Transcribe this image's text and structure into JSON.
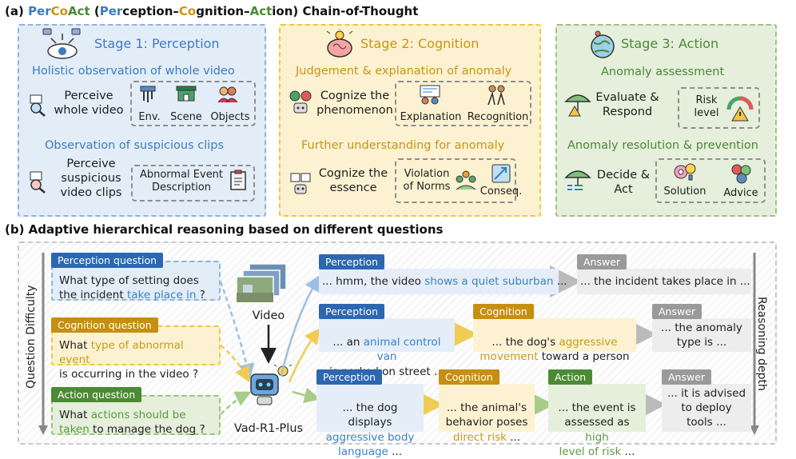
{
  "section_a": {
    "prefix": "(a) ",
    "name": "PerCoAct",
    "paren_open": " (",
    "w1": "Perception",
    "w2": "Cognition",
    "w3": "Action",
    "dash": "–",
    "suffix": ") Chain-of-Thought"
  },
  "stage1": {
    "title": "Stage 1: Perception",
    "sub1": "Holistic observation of whole video",
    "task1": "Perceive\nwhole video",
    "items1": [
      "Env.",
      "Scene",
      "Objects"
    ],
    "sub2": "Observation of suspicious clips",
    "task2": "Perceive\nsuspicious\nvideo clips",
    "item2": "Abnormal Event\nDescription"
  },
  "stage2": {
    "title": "Stage 2: Cognition",
    "sub1": "Judgement & explanation of anomaly",
    "task1": "Cognize the\nphenomenon",
    "items1": [
      "Explanation",
      "Recognition"
    ],
    "sub2": "Further understanding for anomaly",
    "task2": "Cognize the\nessence",
    "items2": [
      "Violation\nof Norms",
      "Conseq."
    ]
  },
  "stage3": {
    "title": "Stage 3: Action",
    "sub1": "Anomaly assessment",
    "task1": "Evaluate &\nRespond",
    "item1": "Risk\nlevel",
    "sub2": "Anomaly resolution & prevention",
    "task2": "Decide &\nAct",
    "items2": [
      "Solution",
      "Advice"
    ]
  },
  "section_b": {
    "title": "(b) Adaptive hierarchical reasoning based on different questions",
    "left_axis": "Question Difficulty",
    "right_axis": "Reasoning depth",
    "video_label": "Video",
    "model_label": "Vad-R1-Plus"
  },
  "questions": {
    "perception": {
      "tag": "Perception question",
      "t1": "What type of setting does\nthe incident ",
      "hl": "take place in",
      "t2": " ?"
    },
    "cognition": {
      "tag": "Cognition question",
      "t1": "What ",
      "hl": "type of abnormal event",
      "t2": "\nis occurring in the video ?"
    },
    "action": {
      "tag": "Action question",
      "t1": "What ",
      "hl1": "actions should be\ntaken",
      "t2": " to manage the dog ?"
    }
  },
  "row1": {
    "perception": {
      "tag": "Perception",
      "t1": "... hmm, the video ",
      "hl": "shows a quiet suburban",
      "t2": " ..."
    },
    "answer": {
      "tag": "Answer",
      "text": "... the incident takes place in ..."
    }
  },
  "row2": {
    "perception": {
      "tag": "Perception",
      "t1": "... an ",
      "hl": "animal control van",
      "t2": "\nis parked on street ..."
    },
    "cognition": {
      "tag": "Cognition",
      "t1": "... the dog's ",
      "hl": "aggressive\nmovement",
      "t2": " toward a person ..."
    },
    "answer": {
      "tag": "Answer",
      "text": "... the anomaly\ntype is ..."
    }
  },
  "row3": {
    "perception": {
      "tag": "Perception",
      "t1": "... the dog displays\n",
      "hl": "aggressive body\nlanguage",
      "t2": " ..."
    },
    "cognition": {
      "tag": "Cognition",
      "t1": "... the animal's\nbehavior poses\n",
      "hl": "direct risk",
      "t2": " ..."
    },
    "action": {
      "tag": "Action",
      "t1": "... the event is\nassessed as ",
      "hl": "high\nlevel of risk",
      "t2": " ..."
    },
    "answer": {
      "tag": "Answer",
      "text": "... it is advised\nto deploy\ntools ..."
    }
  },
  "colors": {
    "blue": "#3a7cc2",
    "gold": "#c99414",
    "green": "#4a8a34"
  }
}
